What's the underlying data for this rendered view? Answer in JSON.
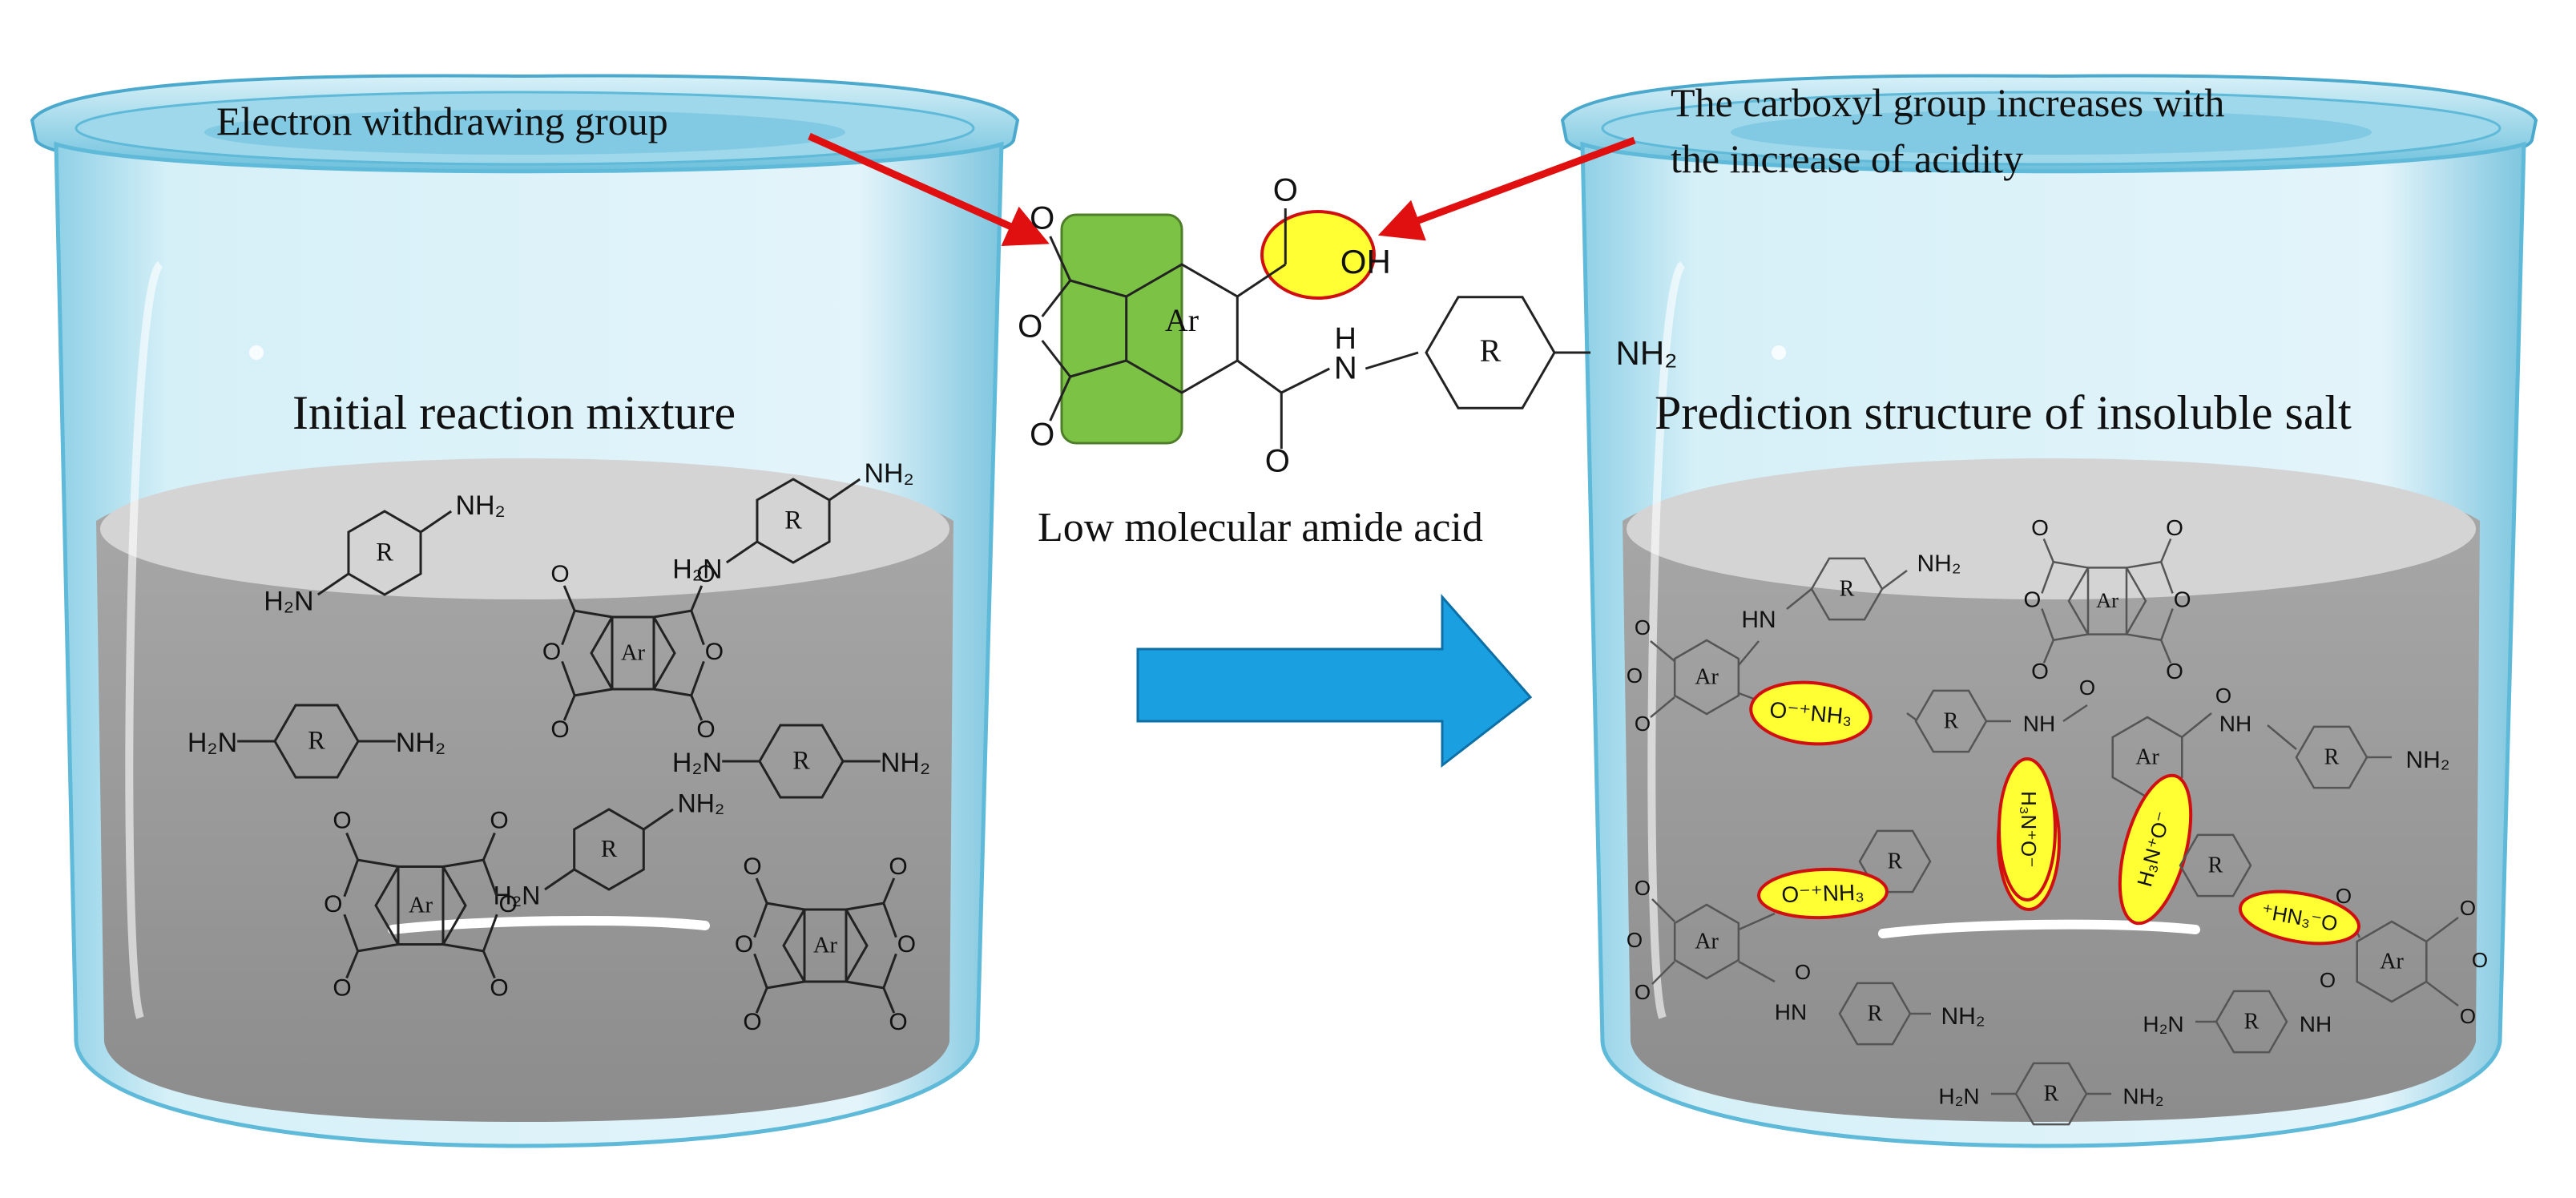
{
  "captions": {
    "left_title": "Initial reaction mixture",
    "right_title": "Prediction structure of insoluble salt",
    "ewg_note": "Electron withdrawing group",
    "carboxyl_line1": "The carboxyl group increases with",
    "carboxyl_line2": "the increase of acidity",
    "center_label": "Low molecular amide acid"
  },
  "chem_labels": {
    "amine": "NH₂",
    "amine_left": "H₂N",
    "ring_r": "R",
    "ring_ar": "Ar",
    "oxygen": "O",
    "oh": "OH",
    "h": "H",
    "n": "N",
    "nh": "NH",
    "hn": "HN",
    "salt_a": "O⁻⁺NH₃",
    "salt_b": "H₃N⁺O⁻",
    "salt_c": "⁺HN₃⁻O"
  },
  "colors": {
    "water_light": "#bfe3ef",
    "water_edge": "#5fb9d8",
    "liquid_grey": "#9a9a9a",
    "liquid_top": "#d2d2d2",
    "highlight_yellow": "#ffff33",
    "highlight_red": "#d01010",
    "anhydride_green": "#7cc244",
    "arrow_blue": "#1aa0e0",
    "pointer_red": "#e01010"
  },
  "icons": {
    "process_arrow": "right-arrow-icon",
    "pointer": "red-pointer-arrow-icon"
  }
}
